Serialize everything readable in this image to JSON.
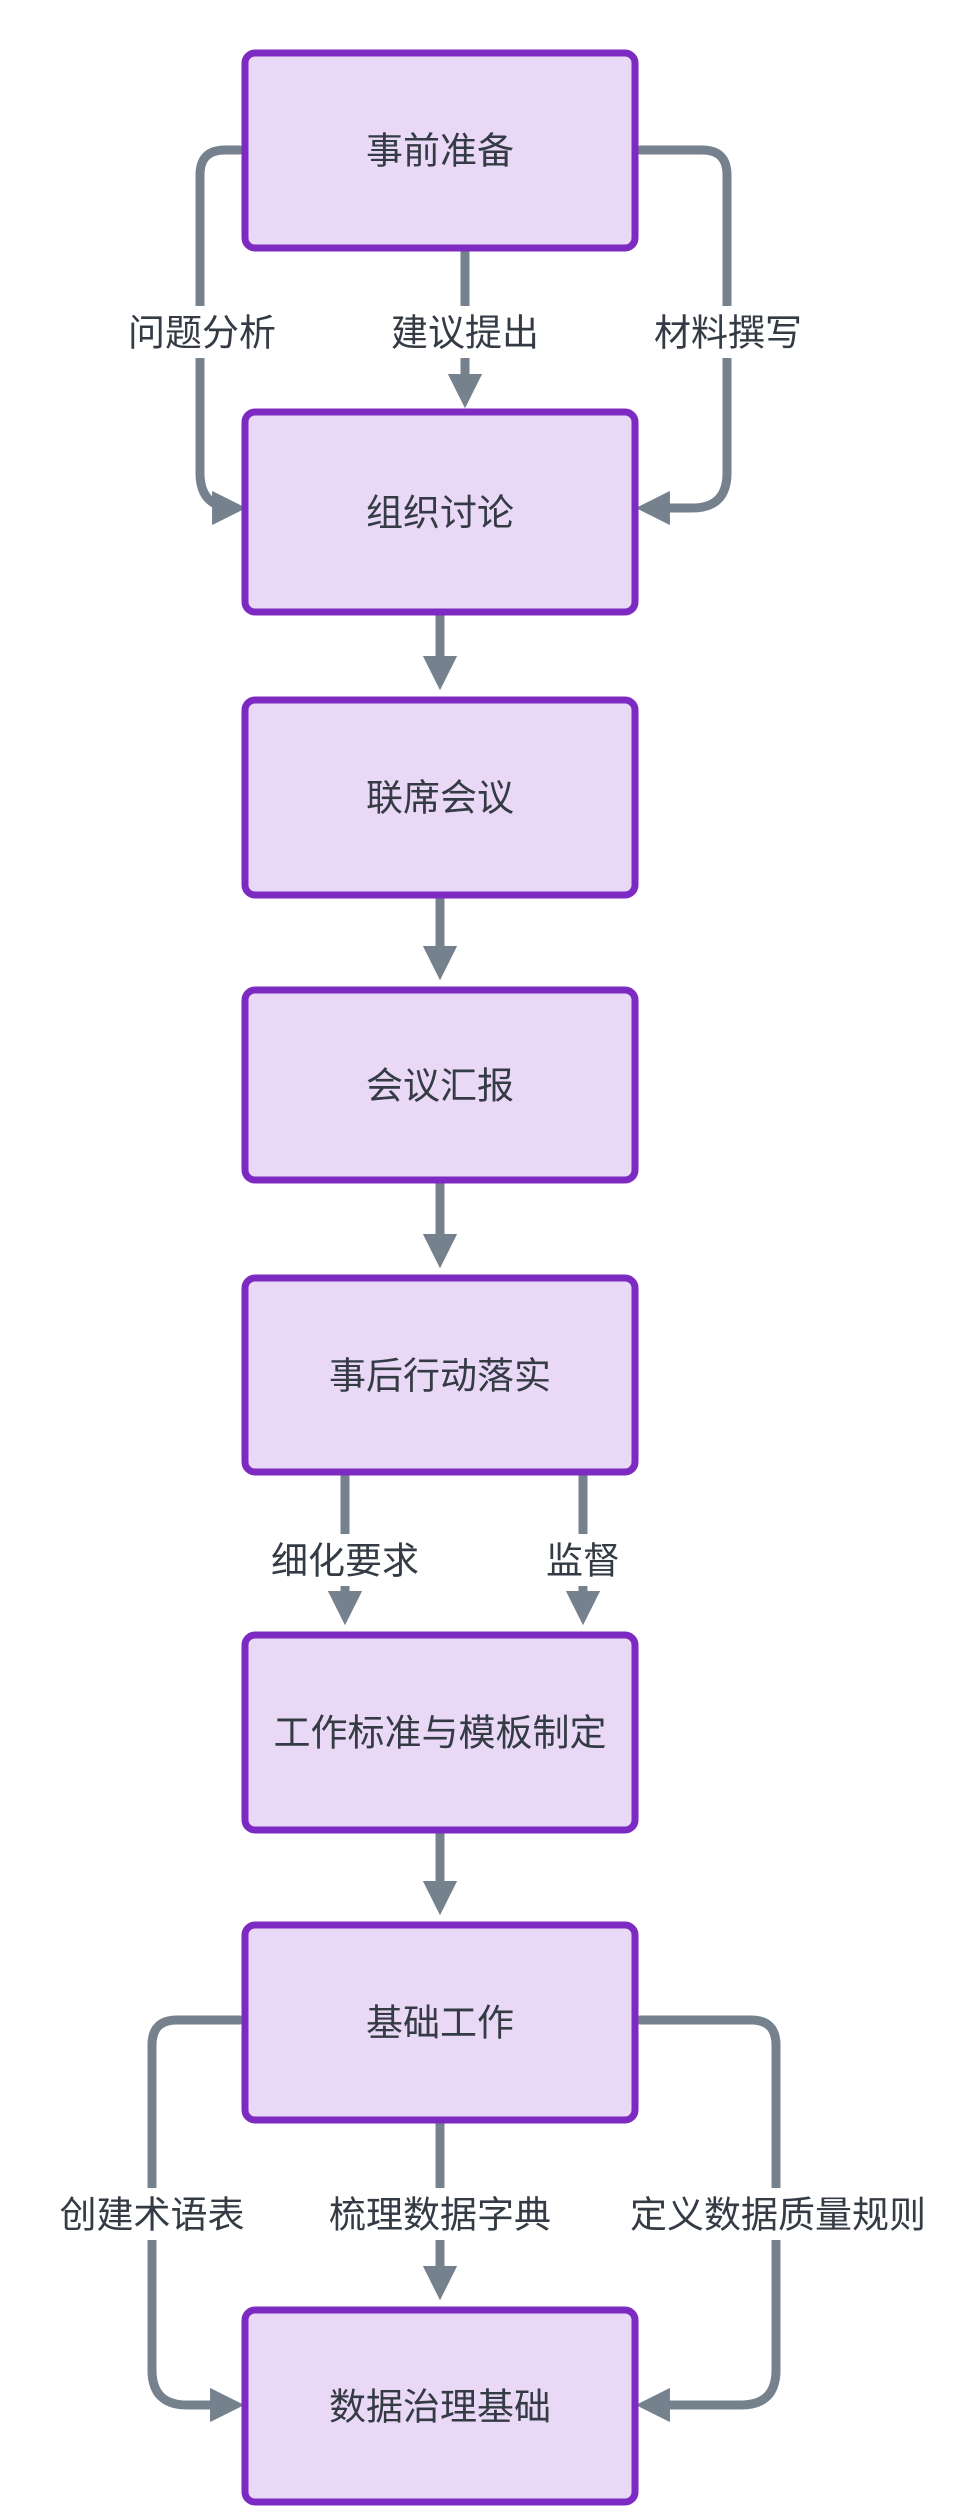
{
  "diagram": {
    "type": "flowchart",
    "direction": "top-down",
    "colors": {
      "background": "#ffffff",
      "node_fill": "#e9d9f6",
      "node_border": "#7d2ac3",
      "edge_line": "#76818e",
      "text": "#343b44"
    },
    "nodes": [
      {
        "id": "preparation",
        "label": "事前准备"
      },
      {
        "id": "organize-discussion",
        "label": "组织讨论"
      },
      {
        "id": "joint-meeting",
        "label": "联席会议"
      },
      {
        "id": "meeting-report",
        "label": "会议汇报"
      },
      {
        "id": "followup-actions",
        "label": "事后行动落实"
      },
      {
        "id": "work-standards-templates",
        "label": "工作标准与模板制定"
      },
      {
        "id": "basic-work",
        "label": "基础工作"
      },
      {
        "id": "data-governance-foundation",
        "label": "数据治理基础"
      }
    ],
    "edges": [
      {
        "from": "事前准备",
        "to": "组织讨论",
        "label": "问题分析"
      },
      {
        "from": "事前准备",
        "to": "组织讨论",
        "label": "建议提出"
      },
      {
        "from": "事前准备",
        "to": "组织讨论",
        "label": "材料撰写"
      },
      {
        "from": "组织讨论",
        "to": "联席会议",
        "label": ""
      },
      {
        "from": "联席会议",
        "to": "会议汇报",
        "label": ""
      },
      {
        "from": "会议汇报",
        "to": "事后行动落实",
        "label": ""
      },
      {
        "from": "事后行动落实",
        "to": "工作标准与模板制定",
        "label": "细化要求"
      },
      {
        "from": "事后行动落实",
        "to": "工作标准与模板制定",
        "label": "监督"
      },
      {
        "from": "工作标准与模板制定",
        "to": "基础工作",
        "label": ""
      },
      {
        "from": "基础工作",
        "to": "数据治理基础",
        "label": "创建术语表"
      },
      {
        "from": "基础工作",
        "to": "数据治理基础",
        "label": "梳理数据字典"
      },
      {
        "from": "基础工作",
        "to": "数据治理基础",
        "label": "定义数据质量规则"
      }
    ]
  }
}
